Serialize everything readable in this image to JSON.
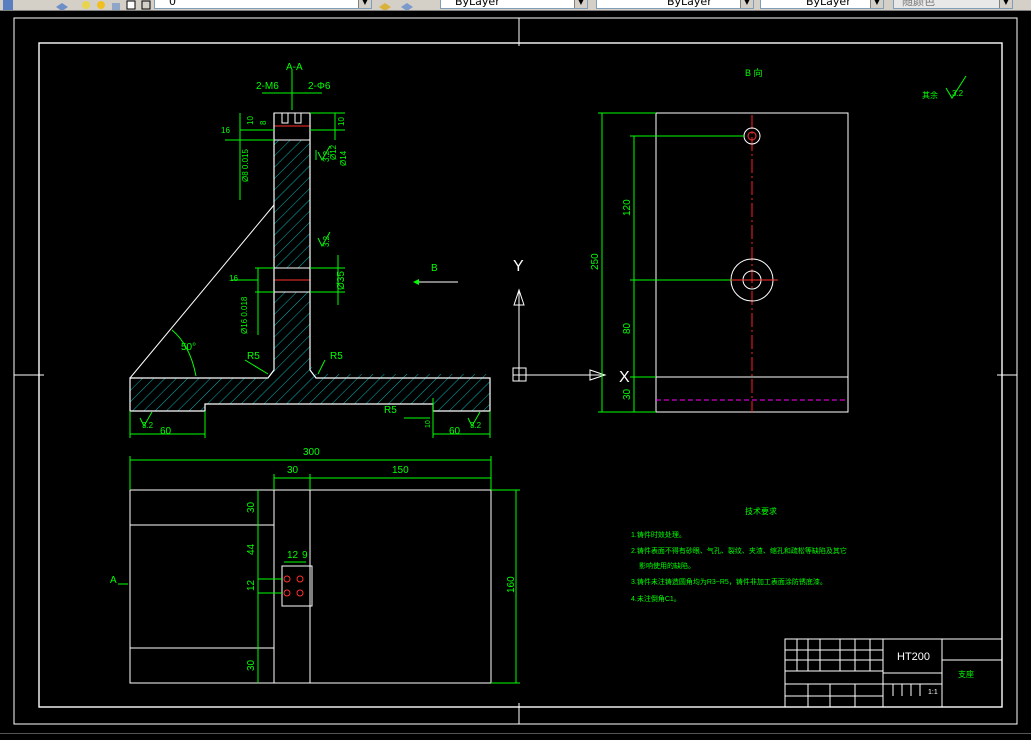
{
  "toolbar": {
    "layer_value": "0",
    "color_combo": "ByLayer",
    "linetype_combo": "ByLayer",
    "lineweight_combo": "ByLayer",
    "plotstyle_combo": "随颜色"
  },
  "drawing": {
    "section_label": "A-A",
    "holes_m6": "2-M6",
    "holes_d6": "2-Φ6",
    "dims": {
      "d10_top": "10",
      "d8": "8",
      "d10_right": "10",
      "d16_a": "16",
      "d_phi80": "Ø8 0.015",
      "d_phi12": "Ø12",
      "d_phi14": "Ø14",
      "d_phi35": "Ø35",
      "d16_b": "16",
      "d_phi16": "Ø16 0.018",
      "angle50": "50°",
      "r5_left": "R5",
      "r5_right": "R5",
      "r5_bottom": "R5",
      "d10_small": "10",
      "d60_left": "60",
      "d60_right": "60",
      "d300": "300",
      "d30_top": "30",
      "d150": "150",
      "d30_left": "30",
      "d44": "44",
      "d12_a": "12",
      "d9": "9",
      "d12_b": "12",
      "d160": "160",
      "d30_bottom": "30",
      "d250": "250",
      "d120": "120",
      "d80": "80",
      "d30_side": "30"
    },
    "roughness": [
      "3.2",
      "3.2",
      "3.2",
      "3.2",
      "3.2"
    ],
    "view_b_label": "B",
    "view_b_title": "B 向",
    "view_a_label": "A",
    "ucs_y": "Y",
    "ucs_x": "X",
    "other_note": "其余",
    "tech_title": "技术要求",
    "tech_lines": [
      "1.铸件时效处理。",
      "2.铸件表面不得有砂眼、气孔、裂纹、夹渣、缩孔和疏松等缺陷及其它",
      "影响使用的缺陷。",
      "3.铸件未注铸造圆角均为R3~R5，铸件非加工表面涂防锈底漆。",
      "4.未注倒角C1。"
    ],
    "title_material": "HT200",
    "title_name": "支座",
    "title_ratio": "1:1"
  }
}
